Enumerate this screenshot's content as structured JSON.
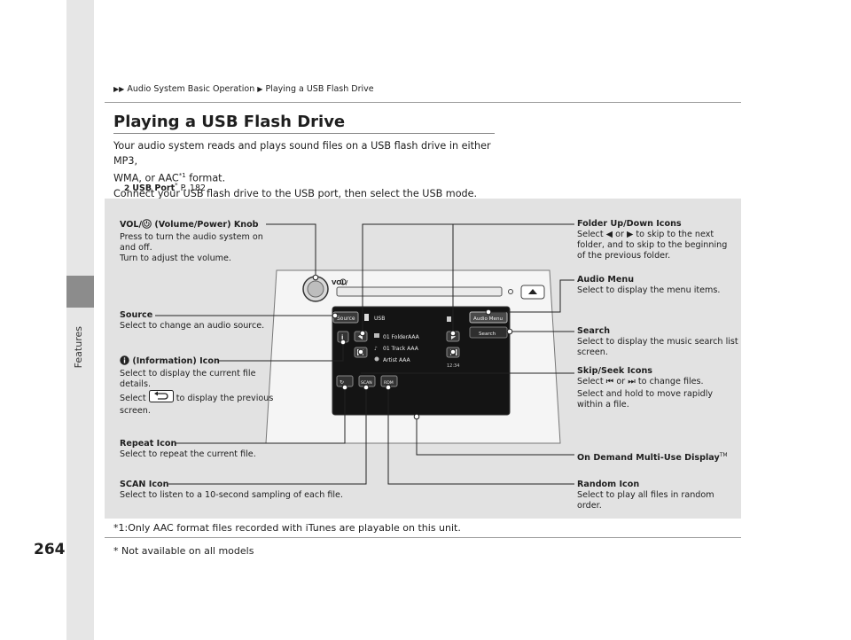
{
  "breadcrumb": {
    "parent": "Audio System Basic Operation",
    "current": "Playing a USB Flash Drive"
  },
  "sidebar": {
    "section": "Features"
  },
  "page": {
    "title": "Playing a USB Flash Drive",
    "intro_l1": "Your audio system reads and plays sound files on a USB flash drive in either MP3,",
    "intro_l2a": "WMA, or AAC",
    "intro_sup": "*1",
    "intro_l2b": " format.",
    "intro_l3": "Connect your USB flash drive to the USB port, then select the USB mode.",
    "xref_label": "USB Port",
    "xref_star": "*",
    "xref_page": " P. 182",
    "footnote": "*1:Only AAC format files recorded with iTunes are playable on this unit.",
    "page_number": "264",
    "notice": "* Not available on all models"
  },
  "screen": {
    "source_btn": "Source",
    "mode": "USB",
    "folder": "01 FolderAAA",
    "track": "01 Track AAA",
    "artist": "Artist AAA",
    "menu_btn": "Audio Menu",
    "search_btn": "Search",
    "time": "12:34",
    "scan_btn": "SCAN",
    "random_btn": "RDM",
    "knob_label": "VOL/"
  },
  "callouts": {
    "vol_title": "VOL/",
    "vol_title2": " (Volume/Power) Knob",
    "vol_l1": "Press to turn the audio system on",
    "vol_l2": "and off.",
    "vol_l3": "Turn to adjust the volume.",
    "folder_title": "Folder Up/Down Icons",
    "folder_l1a": "Select ",
    "folder_l1b": " or ",
    "folder_l1c": " to skip to the next",
    "folder_l2": "folder, and to skip to the beginning",
    "folder_l3": "of the previous folder.",
    "audiomenu_title": "Audio Menu",
    "audiomenu_l1": "Select to display the menu items.",
    "source_title": "Source",
    "source_l1": "Select to change an audio source.",
    "search_title": "Search",
    "search_l1": "Select to display the music search list",
    "search_l2": "screen.",
    "info_title": " (Information) Icon",
    "info_l1": "Select to display the current file",
    "info_l2": "details.",
    "info_l3a": "Select ",
    "info_l3b": " to display the previous",
    "info_l4": "screen.",
    "skip_title": "Skip/Seek Icons",
    "skip_l1a": "Select ",
    "skip_l1b": " or ",
    "skip_l1c": " to change files.",
    "skip_l2": "Select and hold to move rapidly",
    "skip_l3": "within a file.",
    "repeat_title": "Repeat Icon",
    "repeat_l1": "Select to repeat the current file.",
    "ondemand_title": "On Demand Multi-Use Display",
    "ondemand_tm": "TM",
    "scan_title": "SCAN Icon",
    "scan_l1": "Select to listen to a 10-second sampling of each file.",
    "random_title": "Random Icon",
    "random_l1": "Select to play all files in random",
    "random_l2": "order."
  },
  "colors": {
    "panel": "#e2e2e2",
    "sidebar": "#e6e6e6",
    "sidebar_tab": "#8c8c8c",
    "screen": "#141414"
  }
}
